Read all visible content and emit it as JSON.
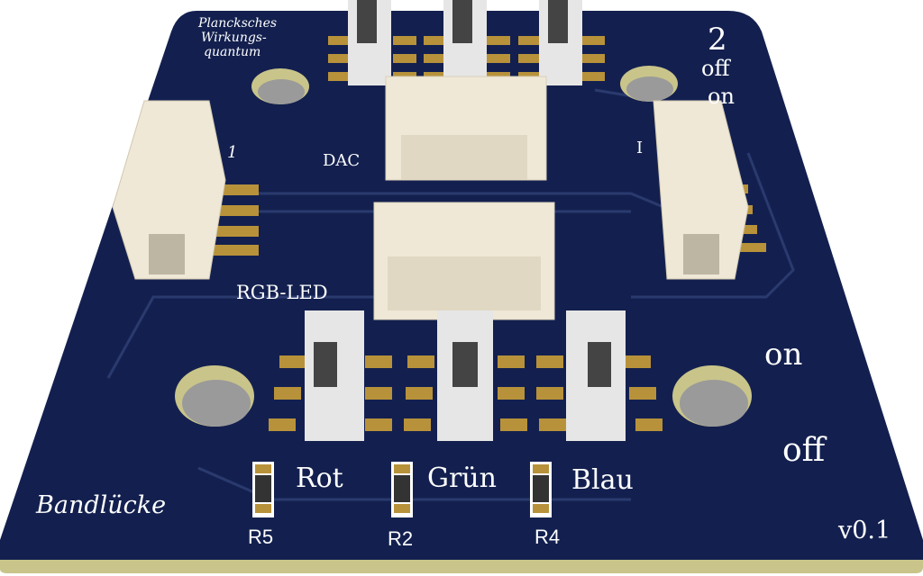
{
  "colors": {
    "board": "#13204f",
    "board_edge": "#c9c48a",
    "pad": "#b8923a",
    "connector": "#efe8d6",
    "switch_body": "#e6e6e6",
    "switch_knob": "#4a4a4a",
    "silkscreen": "#ffffff"
  },
  "board": {
    "title_lines": [
      "Plancksches",
      "Wirkungs-",
      "quantum"
    ],
    "signature": "Bandlücke",
    "version": "v0.1"
  },
  "top_section": {
    "number": "2",
    "off_label": "off",
    "on_label": "on",
    "dac_label": "DAC",
    "left_connector_label": "1",
    "right_connector_label": "I"
  },
  "bottom_section": {
    "connector_label": "RGB-LED",
    "on_label": "on",
    "off_label": "off",
    "switches": [
      {
        "label": "Rot",
        "resistor": "R5"
      },
      {
        "label": "Grün",
        "resistor": "R2"
      },
      {
        "label": "Blau",
        "resistor": "R4"
      }
    ]
  }
}
